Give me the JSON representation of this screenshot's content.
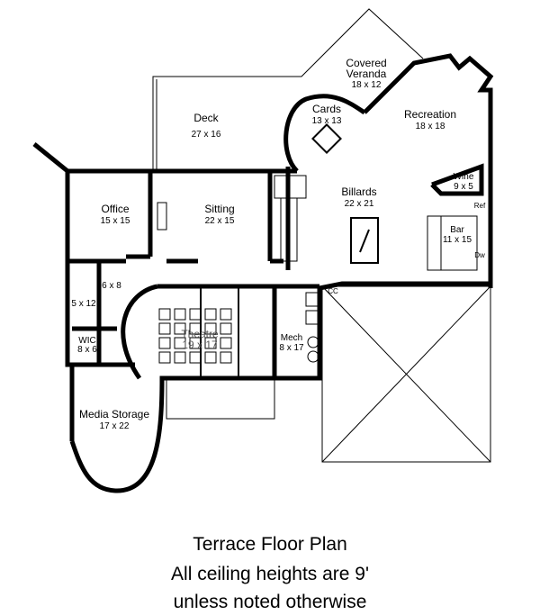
{
  "plan": {
    "rooms": [
      {
        "name": "Covered Veranda",
        "size": "18 x 12"
      },
      {
        "name": "Deck",
        "size": "27 x 16"
      },
      {
        "name": "Cards",
        "size": "13 x 13"
      },
      {
        "name": "Recreation",
        "size": "18 x 18"
      },
      {
        "name": "Wine",
        "size": "9 x 5"
      },
      {
        "name": "Office",
        "size": "15 x 15"
      },
      {
        "name": "Sitting",
        "size": "22 x 15"
      },
      {
        "name": "Billards",
        "size": "22 x 21"
      },
      {
        "name": "Bar",
        "size": "11 x 15"
      },
      {
        "name": "Theatre",
        "size": "19 x 17"
      },
      {
        "name": "Mech",
        "size": "8 x 17"
      },
      {
        "name": "WIC",
        "size": "8 x 6"
      },
      {
        "name": "Media Storage",
        "size": "17 x 22"
      }
    ],
    "bath_size": "5 x 12",
    "closet_size": "6 x 8",
    "small_labels": {
      "ref": "Ref",
      "dw": "Dw",
      "cc": "CC"
    }
  },
  "caption": {
    "line1": "Terrace Floor Plan",
    "line2": "All ceiling heights are 9'",
    "line3": "unless noted otherwise"
  }
}
